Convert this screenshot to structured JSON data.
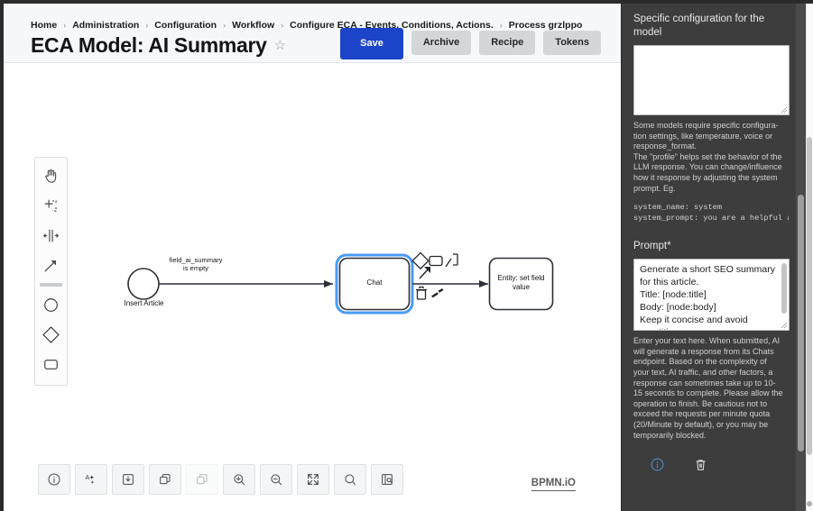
{
  "header": {
    "breadcrumb": [
      {
        "label": "Home"
      },
      {
        "label": "Administration"
      },
      {
        "label": "Configuration"
      },
      {
        "label": "Workflow"
      },
      {
        "label": "Configure ECA - Events, Conditions, Actions."
      },
      {
        "label": "Process grzlppo"
      }
    ],
    "separator": "›",
    "title": "ECA Model: AI Summary",
    "star_glyph": "☆",
    "save_label": "Save",
    "archive_label": "Archive",
    "recipe_label": "Recipe",
    "tokens_label": "Tokens",
    "accent_color": "#1b44c8",
    "bg_color": "#f6f7f9"
  },
  "palette": {
    "items": [
      {
        "name": "hand-tool-icon",
        "title": "Activate the hand tool"
      },
      {
        "name": "lasso-tool-icon",
        "title": "Activate the lasso tool"
      },
      {
        "name": "space-tool-icon",
        "title": "Activate the create/remove space tool"
      },
      {
        "name": "connect-tool-icon",
        "title": "Activate the global connect tool"
      },
      {
        "name": "start-event-icon",
        "title": "Create StartEvent"
      },
      {
        "name": "gateway-icon",
        "title": "Create Gateway"
      },
      {
        "name": "task-icon",
        "title": "Create Task"
      }
    ]
  },
  "diagram": {
    "start_event": {
      "label": "Insert Article"
    },
    "flow_label": "field_ai_summary\nis empty",
    "task": {
      "label": "Chat",
      "selected": true,
      "selection_color": "#4a9bf5"
    },
    "end_task": {
      "label": "Entity: set field\nvalue"
    },
    "context_pad": [
      {
        "name": "append-gateway-icon"
      },
      {
        "name": "append-task-icon"
      },
      {
        "name": "append-end-event-icon"
      },
      {
        "name": "connect-icon"
      },
      {
        "name": "delete-icon"
      },
      {
        "name": "wrench-icon"
      }
    ]
  },
  "bottom_toolbar": {
    "buttons": [
      {
        "name": "info-button",
        "icon": "info-icon",
        "disabled": false
      },
      {
        "name": "align-button",
        "icon": "auto-layout-icon",
        "disabled": false
      },
      {
        "name": "download-button",
        "icon": "download-icon",
        "disabled": false
      },
      {
        "name": "copy-button",
        "icon": "copy-icon",
        "disabled": false
      },
      {
        "name": "paste-button",
        "icon": "paste-icon",
        "disabled": true
      },
      {
        "name": "zoom-in-button",
        "icon": "zoom-in-icon",
        "disabled": false
      },
      {
        "name": "zoom-out-button",
        "icon": "zoom-out-icon",
        "disabled": false
      },
      {
        "name": "fit-viewport-button",
        "icon": "collapse-icon",
        "disabled": false
      },
      {
        "name": "search-button",
        "icon": "search-icon",
        "disabled": false
      },
      {
        "name": "minimap-button",
        "icon": "minimap-icon",
        "disabled": false
      }
    ],
    "logo": "BPMN.iO"
  },
  "properties_panel": {
    "config_label": "Specific configuration for the model",
    "config_value": "",
    "config_description": "Some models require specific configura-\ntion settings, like temperature, voice or\nresponse_format.\nThe \"profile\" helps set the behavior of the\nLLM response. You can change/influence\nhow it response by adjusting the system\nprompt. Eg.",
    "config_example": "system_name: system\nsystem_prompt: you are a helpful ass",
    "prompt_label": "Prompt*",
    "prompt_value": "Generate a short SEO summary\nfor this article.\nTitle: [node:title]\nBody: [node:body]\nKeep it concise and avoid\nrepetition.",
    "prompt_description": "Enter your text here. When submitted, AI\nwill generate a response from its Chats\nendpoint. Based on the complexity of\nyour text, AI traffic, and other factors, a\nresponse can sometimes take up to 10-\n15 seconds to complete. Please allow the\noperation to finish. Be cautious not to\nexceed the requests per minute quota\n(20/Minute by default), or you may be\ntemporarily blocked.",
    "actions": [
      {
        "name": "info-action",
        "icon": "info-circle-icon"
      },
      {
        "name": "delete-action",
        "icon": "trash-icon"
      }
    ],
    "bg_color": "#3d3d3d",
    "text_color": "#cfd1d3"
  }
}
